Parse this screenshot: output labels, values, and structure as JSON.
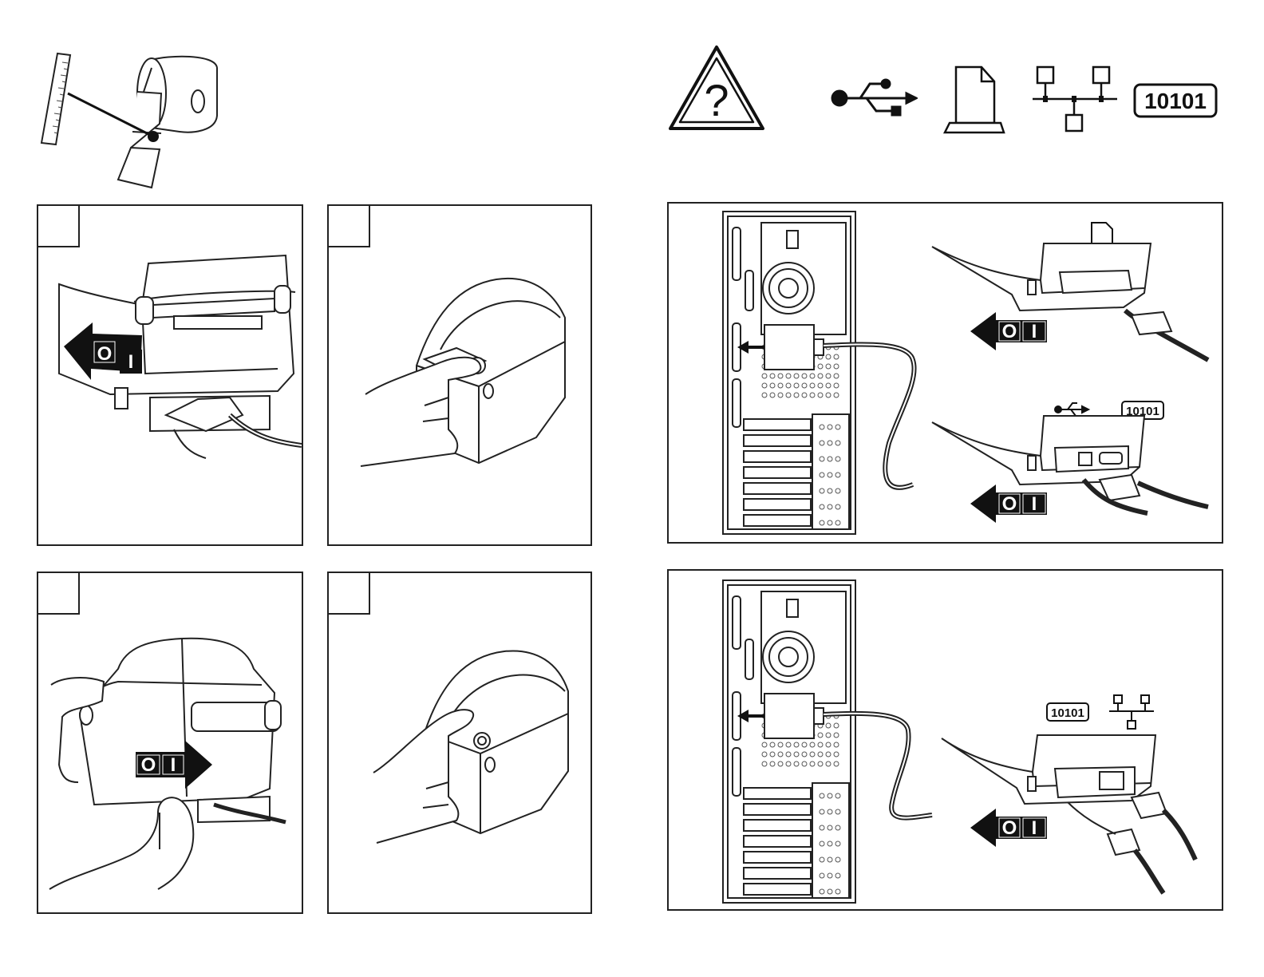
{
  "power_switch": {
    "off": "O",
    "on": "I"
  },
  "serial_symbol": {
    "label": "10101"
  },
  "troubleshoot_symbol": {
    "glyph": "?"
  },
  "steps": [
    {
      "name": "step-1",
      "number": ""
    },
    {
      "name": "step-2",
      "number": ""
    },
    {
      "name": "step-3",
      "number": ""
    },
    {
      "name": "step-4",
      "number": ""
    }
  ],
  "icons": [
    "measure-icon",
    "label-roll-icon",
    "warning-question-icon",
    "usb-icon",
    "parallel-icon",
    "network-icon",
    "serial-icon"
  ],
  "colors": {
    "ink": "#111111",
    "panel_border": "#222222",
    "background": "#ffffff"
  }
}
